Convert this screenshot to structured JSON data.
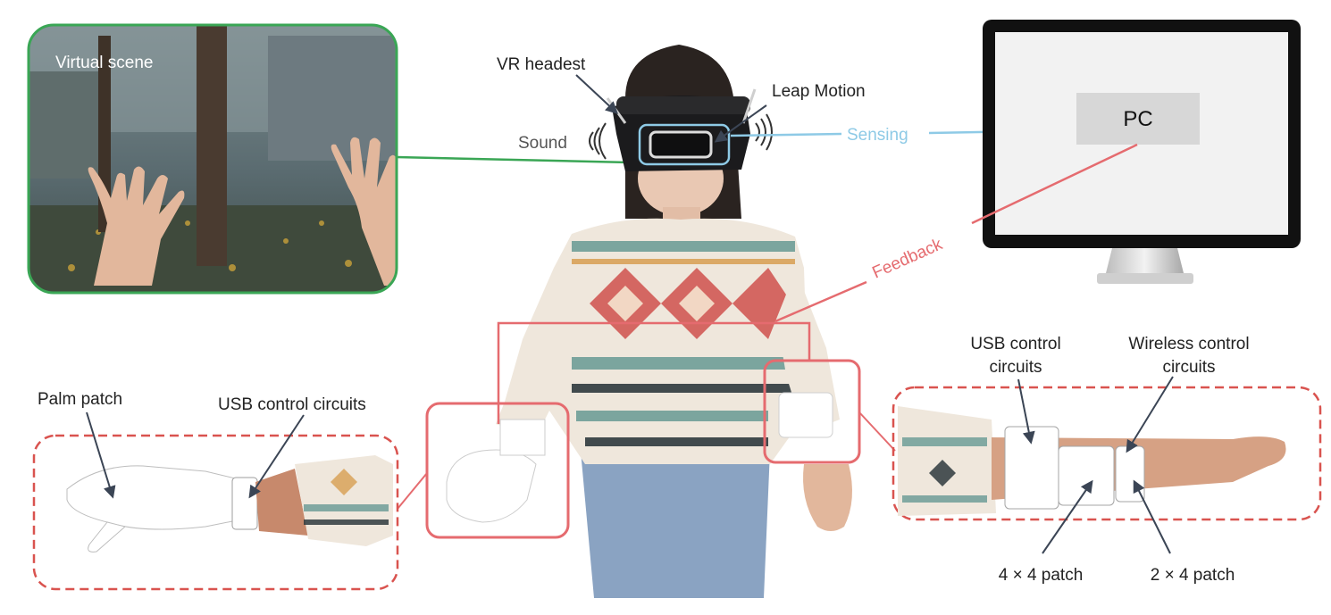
{
  "labels": {
    "virtual_scene": "Virtual scene",
    "vr_headset": "VR headest",
    "leap_motion": "Leap Motion",
    "sound": "Sound",
    "sensing": "Sensing",
    "pc": "PC",
    "feedback": "Feedback",
    "palm_patch": "Palm patch",
    "usb_left": "USB control circuits",
    "usb_right_line1": "USB control",
    "usb_right_line2": "circuits",
    "wireless_line1": "Wireless control",
    "wireless_line2": "circuits",
    "patch_4x4": "4 × 4 patch",
    "patch_2x4": "2 × 4 patch"
  },
  "colors": {
    "sensing": "#8ecae6",
    "feedback": "#e56b6f",
    "scene_border": "#3aa655",
    "dash_border": "#d9534f",
    "monitor_frame": "#111111",
    "arrow": "#3b4555"
  },
  "icons": {
    "sound_waves": "sound-wave-icon"
  }
}
